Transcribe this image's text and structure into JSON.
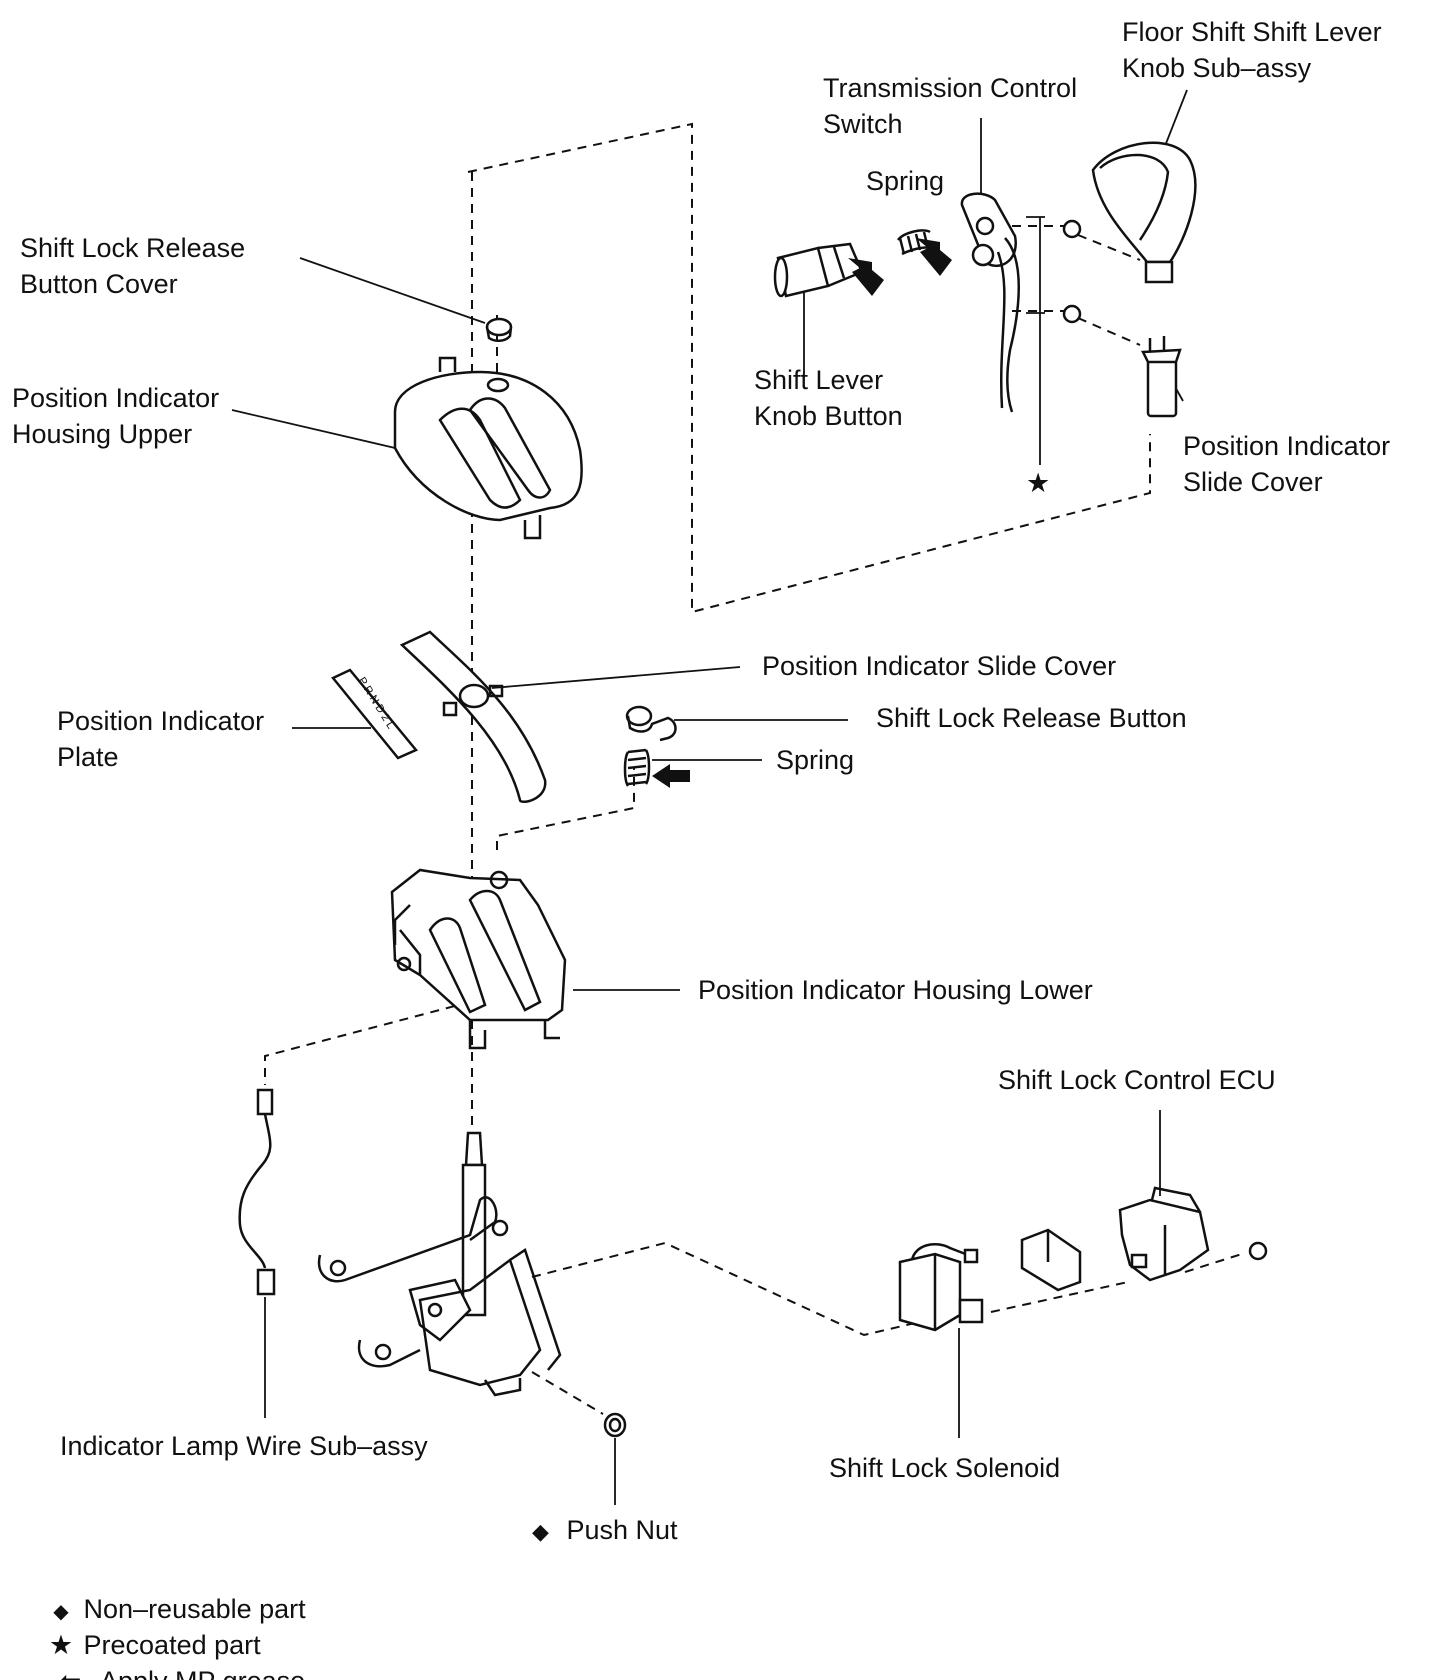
{
  "labels": {
    "floor_knob": [
      "Floor  Shift  Shift  Lever",
      "Knob Sub–assy"
    ],
    "trans_switch": [
      "Transmission Control",
      "Switch"
    ],
    "spring_top": "Spring",
    "shift_lock_cover": [
      "Shift  Lock  Release",
      "Button Cover"
    ],
    "housing_upper": [
      "Position Indicator",
      "Housing Upper"
    ],
    "knob_button": [
      "Shift Lever",
      "Knob Button"
    ],
    "slide_cover_right": [
      "Position Indicator",
      "Slide Cover"
    ],
    "star_mark": "★",
    "slide_cover_mid": "Position Indicator Slide Cover",
    "release_button": "Shift Lock Release Button",
    "spring_mid": "Spring",
    "indicator_plate": [
      "Position Indicator",
      "Plate"
    ],
    "housing_lower": "Position Indicator Housing Lower",
    "lock_ecu": "Shift Lock Control ECU",
    "lamp_wire": "Indicator Lamp Wire Sub–assy",
    "lock_solenoid": "Shift Lock Solenoid",
    "push_nut_mark": "◆",
    "push_nut": "Push Nut",
    "plate_text": "P R N D 2 L"
  },
  "legend": [
    {
      "symbol": "◆",
      "text": "Non–reusable part"
    },
    {
      "symbol": "★",
      "text": "Precoated part"
    },
    {
      "symbol": "⬅",
      "text": "Apply MP grease"
    }
  ],
  "colors": {
    "line": "#111111",
    "background": "#ffffff"
  }
}
